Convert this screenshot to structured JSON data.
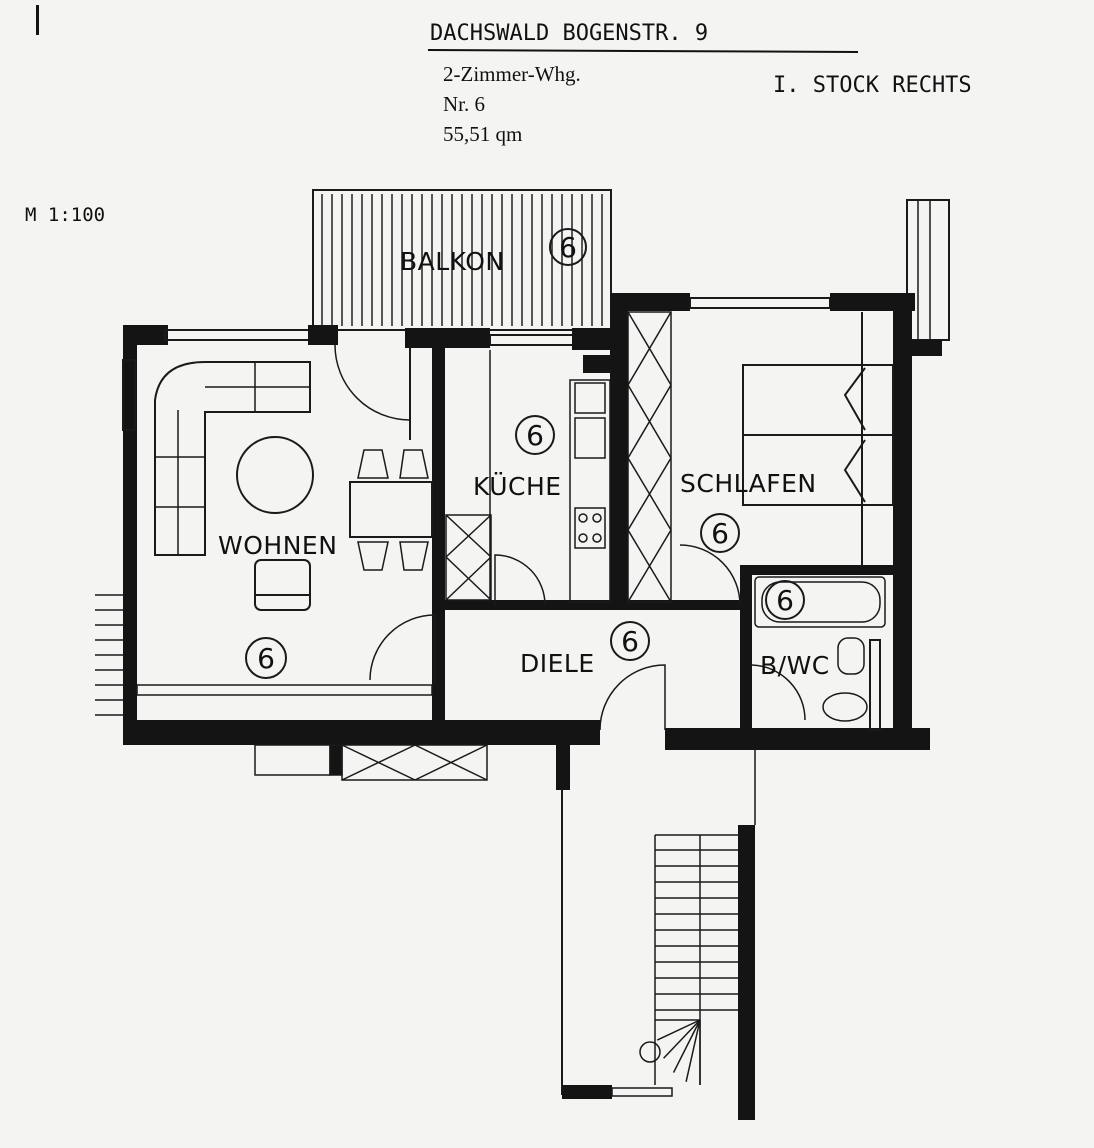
{
  "header": {
    "address": "DACHSWALD  BOGENSTR. 9",
    "apartment_type": "2-Zimmer-Whg.",
    "number": "Nr. 6",
    "area": "55,51 qm",
    "floor": "I. STOCK RECHTS"
  },
  "scale": "M   1:100",
  "rooms": {
    "balkon": {
      "label": "BALKON",
      "marker": "6"
    },
    "wohnen": {
      "label": "WOHNEN",
      "marker": "6"
    },
    "kueche": {
      "label": "KÜCHE",
      "marker": "6"
    },
    "schlafen": {
      "label": "SCHLAFEN",
      "marker": "6"
    },
    "diele": {
      "label": "DIELE",
      "marker": "6"
    },
    "bad": {
      "label": "B/WC",
      "marker": "6"
    }
  }
}
